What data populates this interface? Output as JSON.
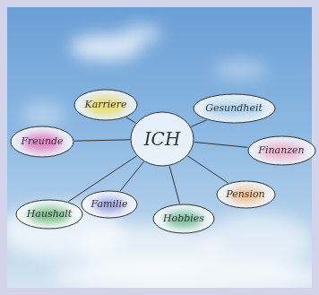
{
  "diagram": {
    "nodes": [
      {
        "text": [
          "ICH"
        ]
      },
      {
        "text": [
          "Karriere"
        ]
      },
      {
        "text": [
          "Gesundheit"
        ]
      },
      {
        "text": [
          "Freunde"
        ]
      },
      {
        "text": [
          "Finanzen"
        ]
      },
      {
        "text": [
          "Pension"
        ]
      },
      {
        "text": [
          "Familie"
        ]
      },
      {
        "text": [
          "Hobbies"
        ]
      },
      {
        "text": [
          "Haushalt"
        ]
      }
    ],
    "edges": [
      {
        "from": 0,
        "to": 1,
        "arrow": "none"
      },
      {
        "from": 0,
        "to": 2,
        "arrow": "none"
      },
      {
        "from": 0,
        "to": 3,
        "arrow": "none"
      },
      {
        "from": 0,
        "to": 4,
        "arrow": "none"
      },
      {
        "from": 0,
        "to": 5,
        "arrow": "none"
      },
      {
        "from": 0,
        "to": 6,
        "arrow": "none"
      },
      {
        "from": 0,
        "to": 7,
        "arrow": "none"
      },
      {
        "from": 0,
        "to": 8,
        "arrow": "none"
      }
    ]
  }
}
